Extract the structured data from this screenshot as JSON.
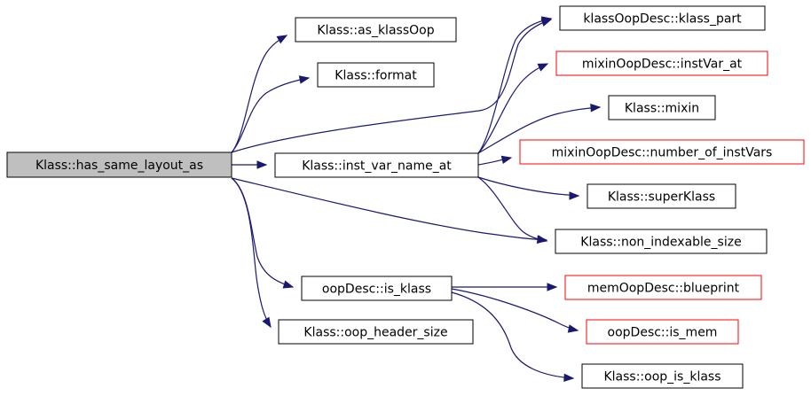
{
  "diagram": {
    "colors": {
      "edge": "#191970",
      "root_fill": "#bfbfbf",
      "node_fill": "#ffffff",
      "node_border_black": "#000000",
      "node_border_red": "#ff0000"
    },
    "nodes": [
      {
        "id": "n0",
        "label": "Klass::has_same_layout_as",
        "kind": "root"
      },
      {
        "id": "n1",
        "label": "Klass::as_klassOop",
        "kind": "black"
      },
      {
        "id": "n2",
        "label": "Klass::format",
        "kind": "black"
      },
      {
        "id": "n3",
        "label": "Klass::inst_var_name_at",
        "kind": "black"
      },
      {
        "id": "n4",
        "label": "oopDesc::is_klass",
        "kind": "black"
      },
      {
        "id": "n5",
        "label": "Klass::oop_header_size",
        "kind": "black"
      },
      {
        "id": "n6",
        "label": "klassOopDesc::klass_part",
        "kind": "black"
      },
      {
        "id": "n7",
        "label": "mixinOopDesc::instVar_at",
        "kind": "red"
      },
      {
        "id": "n8",
        "label": "Klass::mixin",
        "kind": "black"
      },
      {
        "id": "n9",
        "label": "mixinOopDesc::number_of_instVars",
        "kind": "red"
      },
      {
        "id": "n10",
        "label": "Klass::superKlass",
        "kind": "black"
      },
      {
        "id": "n11",
        "label": "Klass::non_indexable_size",
        "kind": "black"
      },
      {
        "id": "n12",
        "label": "memOopDesc::blueprint",
        "kind": "red"
      },
      {
        "id": "n13",
        "label": "oopDesc::is_mem",
        "kind": "red"
      },
      {
        "id": "n14",
        "label": "Klass::oop_is_klass",
        "kind": "black"
      }
    ],
    "edges": [
      {
        "from": "n0",
        "to": "n1"
      },
      {
        "from": "n0",
        "to": "n2"
      },
      {
        "from": "n0",
        "to": "n6"
      },
      {
        "from": "n0",
        "to": "n3"
      },
      {
        "from": "n0",
        "to": "n11"
      },
      {
        "from": "n0",
        "to": "n4"
      },
      {
        "from": "n0",
        "to": "n5"
      },
      {
        "from": "n3",
        "to": "n6"
      },
      {
        "from": "n3",
        "to": "n7"
      },
      {
        "from": "n3",
        "to": "n8"
      },
      {
        "from": "n3",
        "to": "n9"
      },
      {
        "from": "n3",
        "to": "n10"
      },
      {
        "from": "n3",
        "to": "n11"
      },
      {
        "from": "n4",
        "to": "n12"
      },
      {
        "from": "n4",
        "to": "n13"
      },
      {
        "from": "n4",
        "to": "n14"
      }
    ]
  }
}
